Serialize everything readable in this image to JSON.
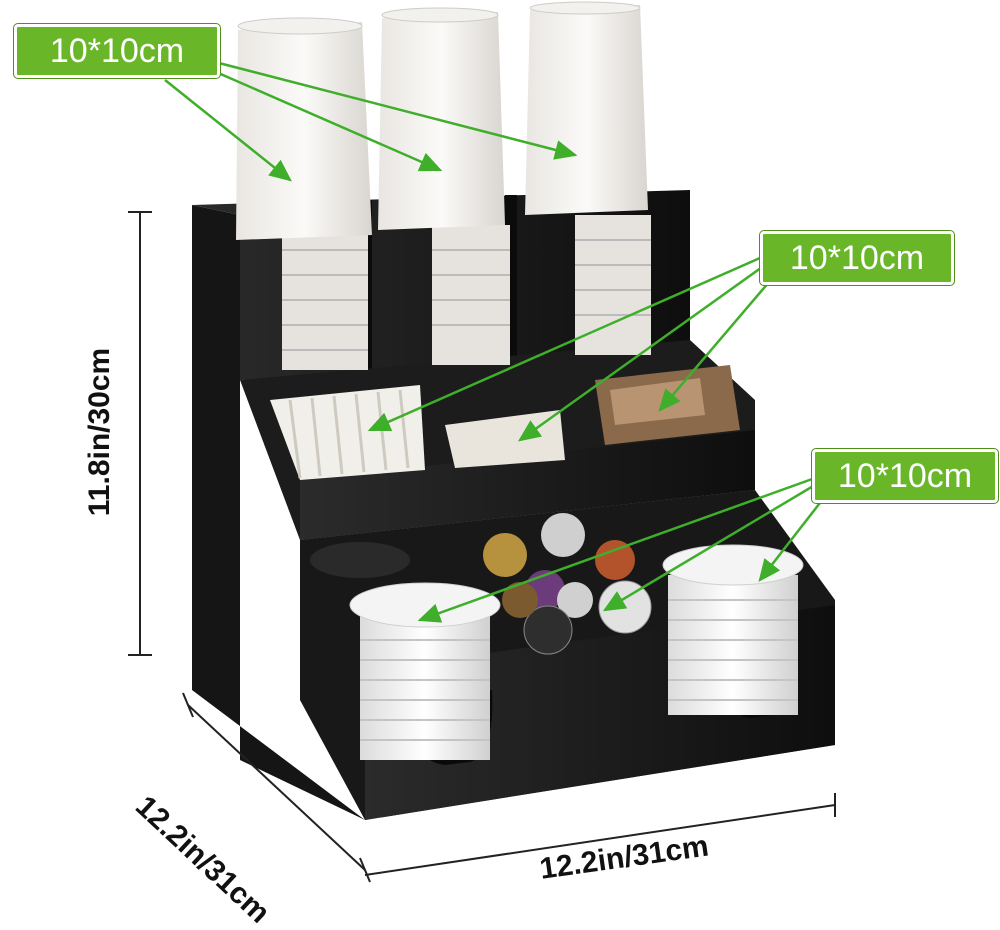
{
  "product_image": {
    "callouts": [
      {
        "label": "10*10cm",
        "target": "top-cup-sleeves"
      },
      {
        "label": "10*10cm",
        "target": "middle-condiment-bins"
      },
      {
        "label": "10*10cm",
        "target": "bottom-lid-and-pod-bins"
      }
    ],
    "dimensions": {
      "height": "11.8in/30cm",
      "depth": "12.2in/31cm",
      "width": "12.2in/31cm"
    },
    "colors": {
      "callout_green": "#69b728",
      "organizer_black": "#1a1a1a",
      "dimension_line": "#222222"
    }
  }
}
